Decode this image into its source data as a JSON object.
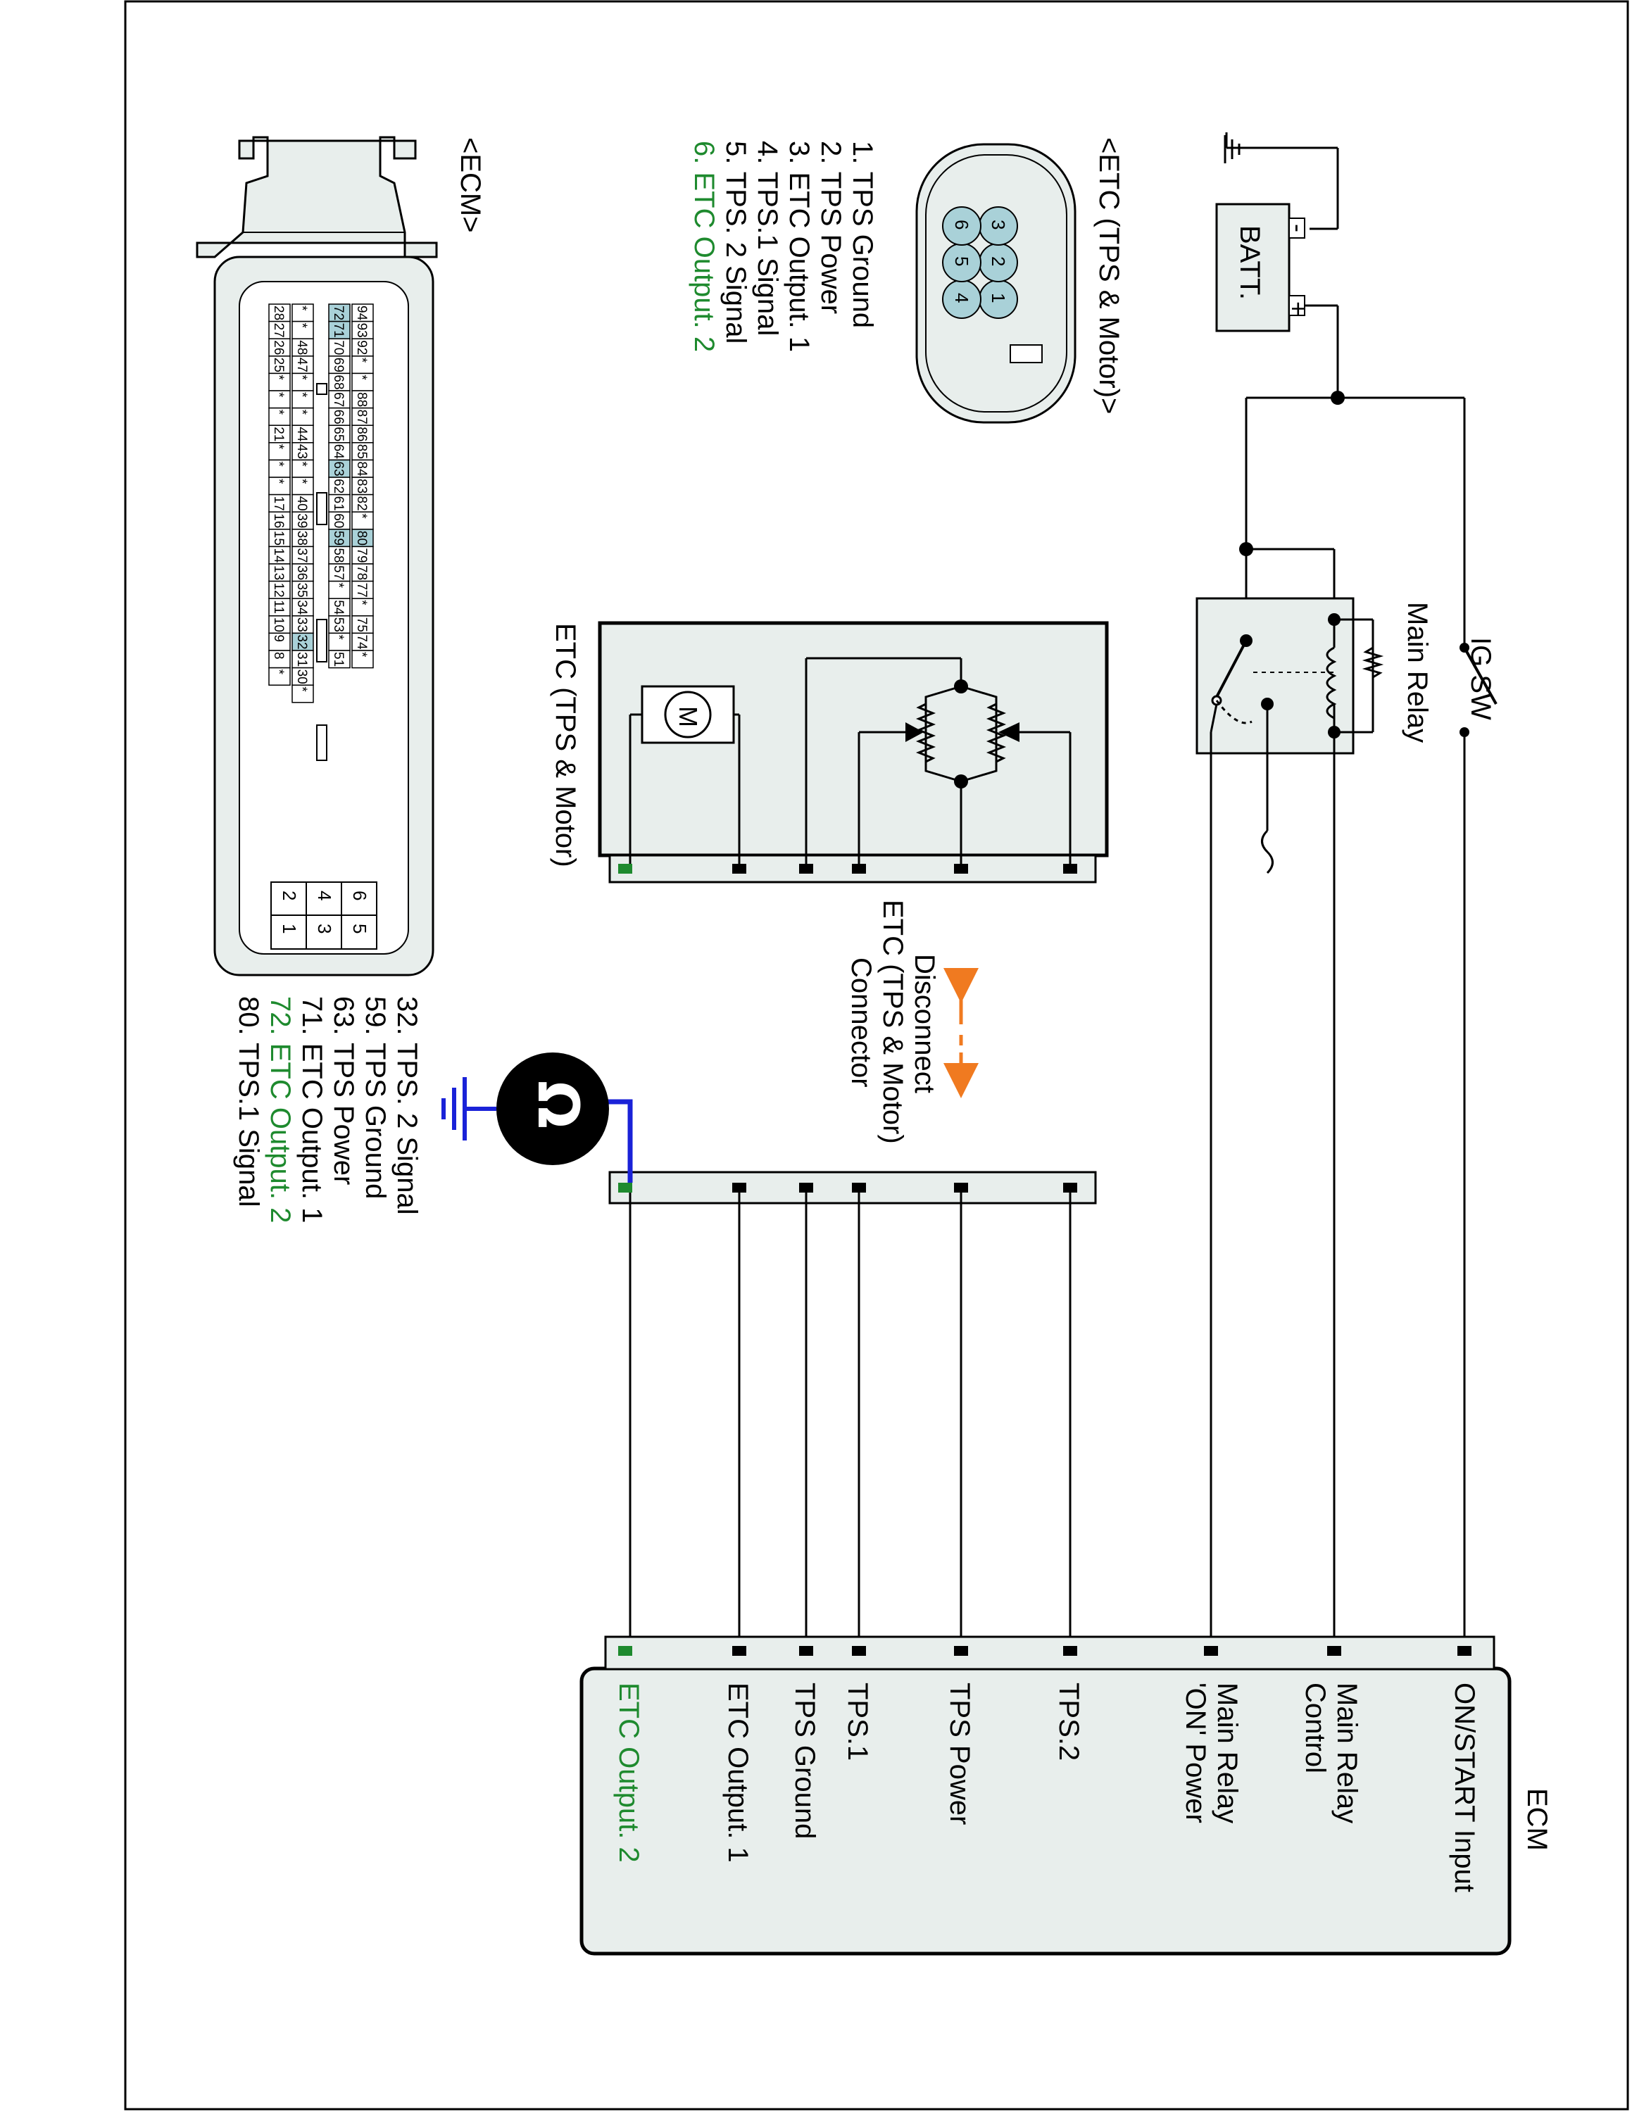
{
  "battery": {
    "label": "BATT.",
    "minus": "-",
    "plus": "+"
  },
  "ig_switch": {
    "label": "IG SW"
  },
  "main_relay": {
    "label": "Main Relay"
  },
  "etc_connector": {
    "title": "<ETC (TPS & Motor)>",
    "cavities": [
      "1",
      "2",
      "3",
      "4",
      "5",
      "6"
    ],
    "pins": [
      {
        "label": "1. TPS Ground"
      },
      {
        "label": "2. TPS Power"
      },
      {
        "label": "3. ETC Output. 1"
      },
      {
        "label": "4. TPS.1 Signal"
      },
      {
        "label": "5. TPS. 2 Signal"
      },
      {
        "label": "6. ETC Output. 2"
      }
    ]
  },
  "etc_component": {
    "label": "ETC (TPS & Motor)",
    "motor_symbol": "M"
  },
  "disconnect": {
    "line1": "Disconnect",
    "line2": "ETC (TPS & Motor)",
    "line3": "Connector"
  },
  "ohmmeter": {
    "symbol": "Ω"
  },
  "ecm": {
    "title": "ECM",
    "terminals": [
      {
        "label": "ON/START Input"
      },
      {
        "label": "Main Relay",
        "label2": "Control"
      },
      {
        "label": "Main Relay",
        "label2": "'ON' Power"
      },
      {
        "label": "TPS.2"
      },
      {
        "label": "TPS Power"
      },
      {
        "label": "TPS.1"
      },
      {
        "label": "TPS Ground"
      },
      {
        "label": "ETC Output. 1"
      },
      {
        "label": "ETC Output. 2"
      }
    ]
  },
  "ecm_connector": {
    "title": "<ECM>",
    "row1": [
      "94",
      "93",
      "92",
      "*",
      "*",
      "88",
      "87",
      "86",
      "85",
      "84",
      "83",
      "82",
      "*",
      "80",
      "79",
      "78",
      "77",
      "*",
      "75",
      "74",
      "*"
    ],
    "row2": [
      "72",
      "71",
      "70",
      "69",
      "68",
      "67",
      "66",
      "65",
      "64",
      "63",
      "62",
      "61",
      "60",
      "59",
      "58",
      "57",
      "*",
      "54",
      "53",
      "*",
      "51"
    ],
    "row3": [
      "*",
      "*",
      "48",
      "47",
      "*",
      "*",
      "*",
      "44",
      "43",
      "*",
      "*",
      "40",
      "39",
      "38",
      "37",
      "36",
      "35",
      "34",
      "33",
      "32",
      "31",
      "30",
      "*"
    ],
    "row4": [
      "28",
      "27",
      "26",
      "25",
      "*",
      "*",
      "*",
      "21",
      "*",
      "*",
      "*",
      "17",
      "16",
      "15",
      "14",
      "13",
      "12",
      "11",
      "10",
      "9",
      "8",
      "*"
    ],
    "small": [
      [
        "6",
        "5"
      ],
      [
        "4",
        "3"
      ],
      [
        "2",
        "1"
      ]
    ],
    "highlight": [
      "72",
      "71",
      "63",
      "59",
      "80",
      "32"
    ],
    "legend": [
      {
        "label": "32. TPS. 2 Signal"
      },
      {
        "label": "59. TPS Ground"
      },
      {
        "label": "63. TPS Power"
      },
      {
        "label": "71. ETC Output. 1"
      },
      {
        "label": "72. ETC Output. 2"
      },
      {
        "label": "80. TPS.1 Signal"
      }
    ]
  },
  "colors": {
    "highlight_green": "#1e8a2e",
    "probe_blue": "#1a22d8",
    "arrow_orange": "#f07a20",
    "cavity_blue": "#a9d1d8"
  }
}
